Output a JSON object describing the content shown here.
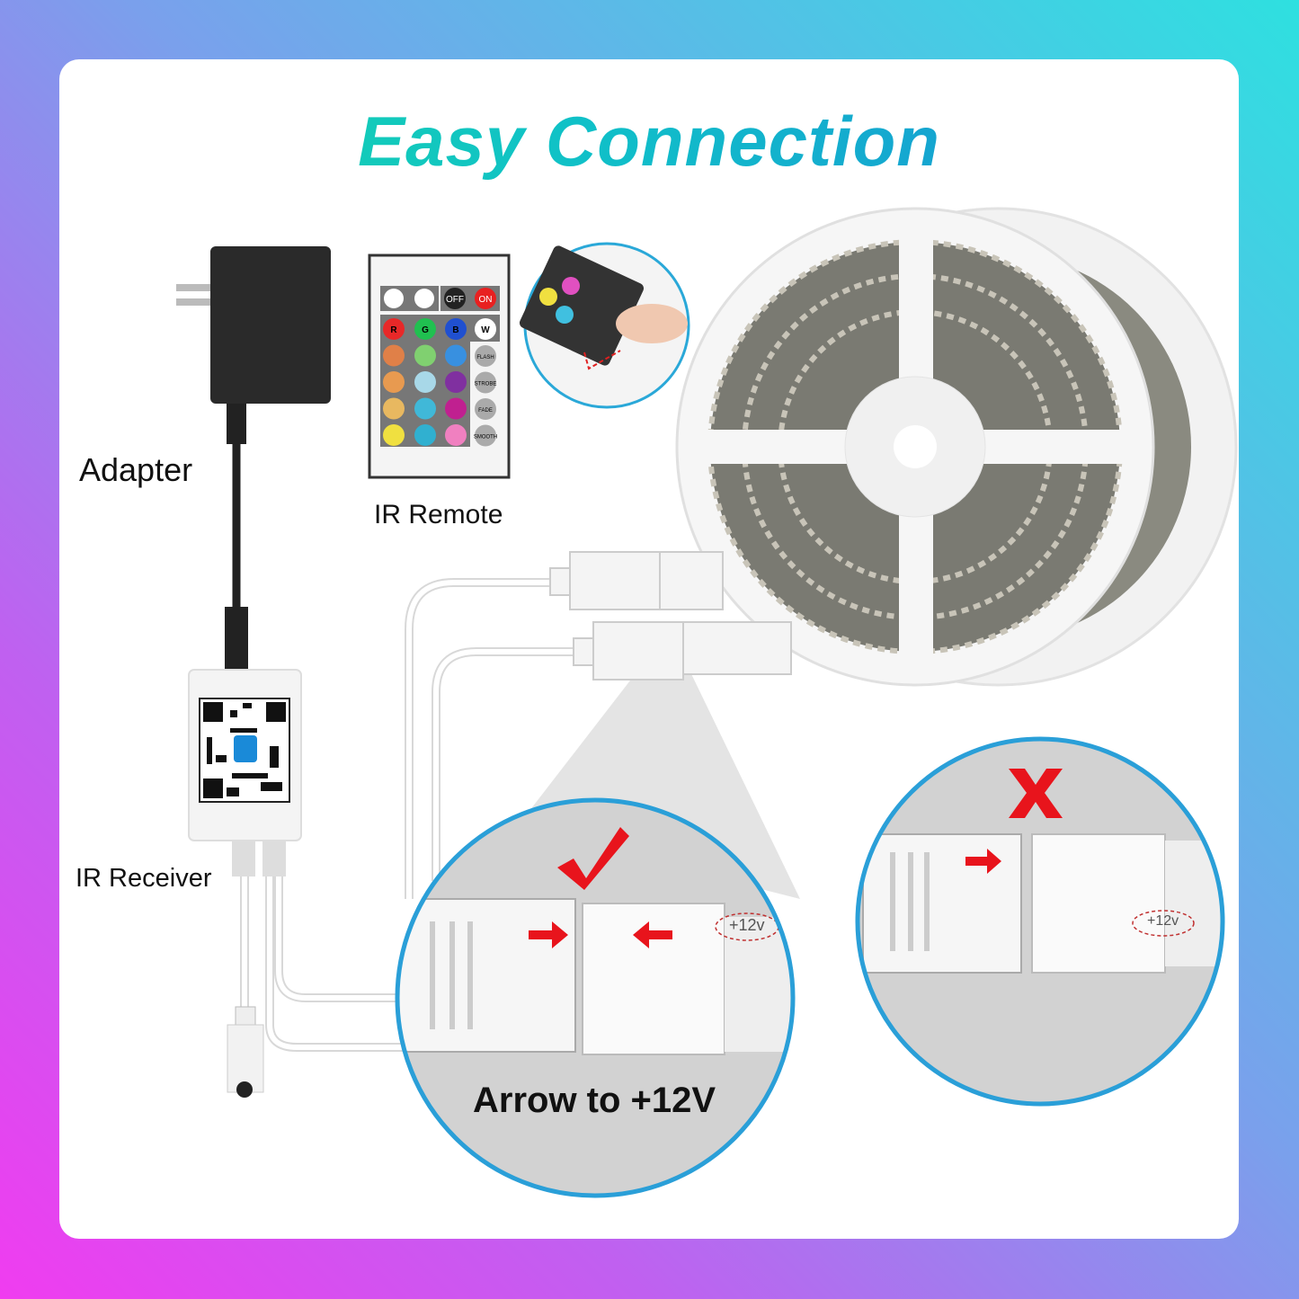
{
  "title": "Easy Connection",
  "labels": {
    "adapter": "Adapter",
    "ir_remote": "IR Remote",
    "ir_receiver": "IR Receiver",
    "arrow_to_12v": "Arrow to +12V"
  },
  "remote": {
    "top_buttons": [
      "OFF",
      "ON"
    ],
    "color_buttons": [
      "R",
      "G",
      "B",
      "W"
    ],
    "mode_buttons": [
      "FLASH",
      "STROBE",
      "FADE",
      "SMOOTH"
    ]
  },
  "strip_marking": "+12v",
  "indicators": {
    "correct": "check-icon",
    "wrong": "x-icon"
  },
  "colors": {
    "title_start": "#16d8a8",
    "title_end": "#1a8ed8",
    "circle_border": "#2a9fd8",
    "mark_red": "#e8141c"
  }
}
